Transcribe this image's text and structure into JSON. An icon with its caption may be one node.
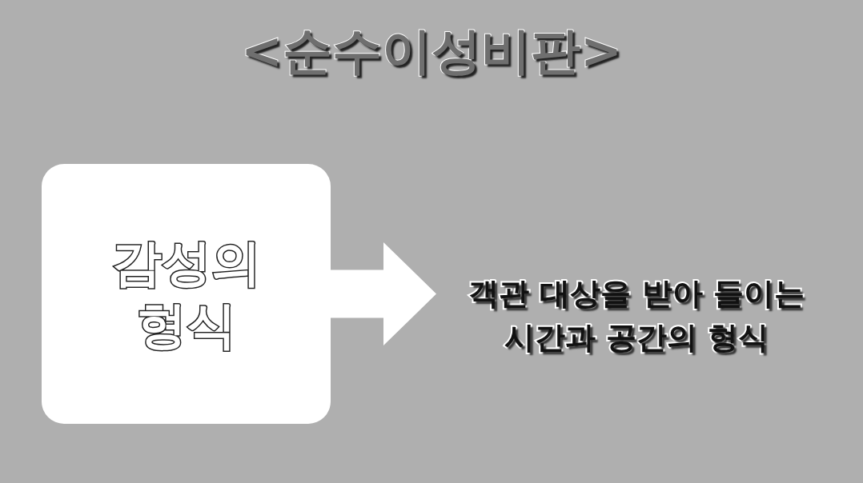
{
  "diagram": {
    "title": "<순수이성비판>",
    "nodes": [
      {
        "text": [
          "감성의 형식"
        ]
      },
      {
        "text": [
          "객관 대상을 받아 들이는 시간과 공간의 형식"
        ]
      }
    ],
    "edges": [
      {
        "from": 0,
        "to": 1,
        "arrow": "to",
        "style": "thick"
      }
    ]
  }
}
